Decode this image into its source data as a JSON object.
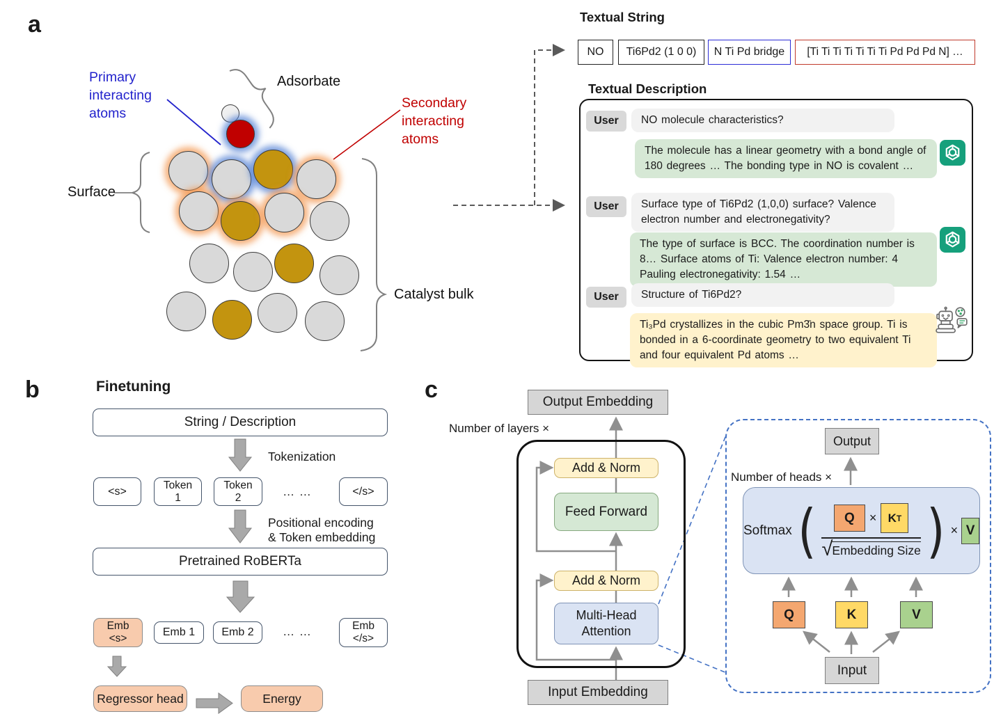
{
  "figure": {
    "panel_a_label": "a",
    "panel_b_label": "b",
    "panel_c_label": "c"
  },
  "panel_a": {
    "primary_label_lines": [
      "Primary",
      "interacting",
      "atoms"
    ],
    "adsorbate_label": "Adsorbate",
    "secondary_label_lines": [
      "Secondary",
      "interacting",
      "atoms"
    ],
    "surface_label": "Surface",
    "catalyst_bulk_label": "Catalyst bulk"
  },
  "textual_string": {
    "title": "Textual String",
    "tokens": [
      "NO",
      "Ti6Pd2 (1 0 0)",
      "N Ti Pd bridge",
      "[Ti Ti Ti Ti Ti Ti Ti Pd Pd Pd N] …"
    ]
  },
  "textual_description": {
    "title": "Textual Description",
    "messages": [
      {
        "role": "User",
        "text": "NO molecule characteristics?"
      },
      {
        "agent": "chatgpt",
        "text": "The molecule has a linear geometry with a bond angle of 180 degrees … The bonding type in NO is covalent …"
      },
      {
        "role": "User",
        "text": "Surface type of Ti6Pd2 (1,0,0) surface? Valence electron number and electronegativity?"
      },
      {
        "agent": "chatgpt",
        "text": "The type of surface is BCC. The coordination number is 8… Surface atoms of Ti: Valence electron number: 4 Pauling electronegativity: 1.54 …"
      },
      {
        "role": "User",
        "text": "Structure of Ti6Pd2?"
      },
      {
        "agent": "robot",
        "text": "Ti₃Pd crystallizes in the cubic Pm3̄n space group. Ti is bonded in a 6-coordinate geometry to two equivalent Ti and four equivalent Pd atoms …"
      }
    ]
  },
  "panel_b": {
    "title": "Finetuning",
    "input_box": "String / Description",
    "arrow1_label": "Tokenization",
    "tokens": [
      [
        "<s>"
      ],
      [
        "Token",
        "1"
      ],
      [
        "Token",
        "2"
      ],
      [
        "</s>"
      ]
    ],
    "dots": "… …",
    "arrow2_label_lines": [
      "Positional encoding",
      "& Token embedding"
    ],
    "model_box": "Pretrained RoBERTa",
    "embeddings": [
      [
        "Emb",
        "<s>"
      ],
      [
        "Emb 1"
      ],
      [
        "Emb 2"
      ],
      [
        "Emb",
        "</s>"
      ]
    ],
    "regressor_box": "Regressor head",
    "energy_box": "Energy"
  },
  "panel_c": {
    "output_embedding": "Output Embedding",
    "layers_note": "Number of layers ×",
    "add_norm": "Add & Norm",
    "feed_forward": "Feed Forward",
    "add_norm_2": "Add & Norm",
    "mha_lines": [
      "Multi-Head",
      "Attention"
    ],
    "input_embedding": "Input Embedding",
    "detail": {
      "output": "Output",
      "heads_note": "Number of heads ×",
      "softmax": "Softmax",
      "paren_l": "(",
      "paren_r": ")",
      "q": "Q",
      "k": "K",
      "k_sup": "T",
      "v": "V",
      "times": "×",
      "radical": "√",
      "denominator": "Embedding Size",
      "input": "Input"
    }
  },
  "colors": {
    "chatgpt_green": "#16a07c",
    "primary_blue": "#2222cc",
    "secondary_red": "#c00000",
    "gold_atom": "#c3940f",
    "gray_atom": "#d9d9d9",
    "peach": "#f8cbad",
    "add_norm_fill": "#fff2cc",
    "feed_forward_fill": "#d5e8d4",
    "attention_fill": "#dae3f3",
    "q_fill": "#f4a770",
    "k_fill": "#ffd966",
    "v_fill": "#a9d18e",
    "dashed_blue": "#4472c4"
  }
}
